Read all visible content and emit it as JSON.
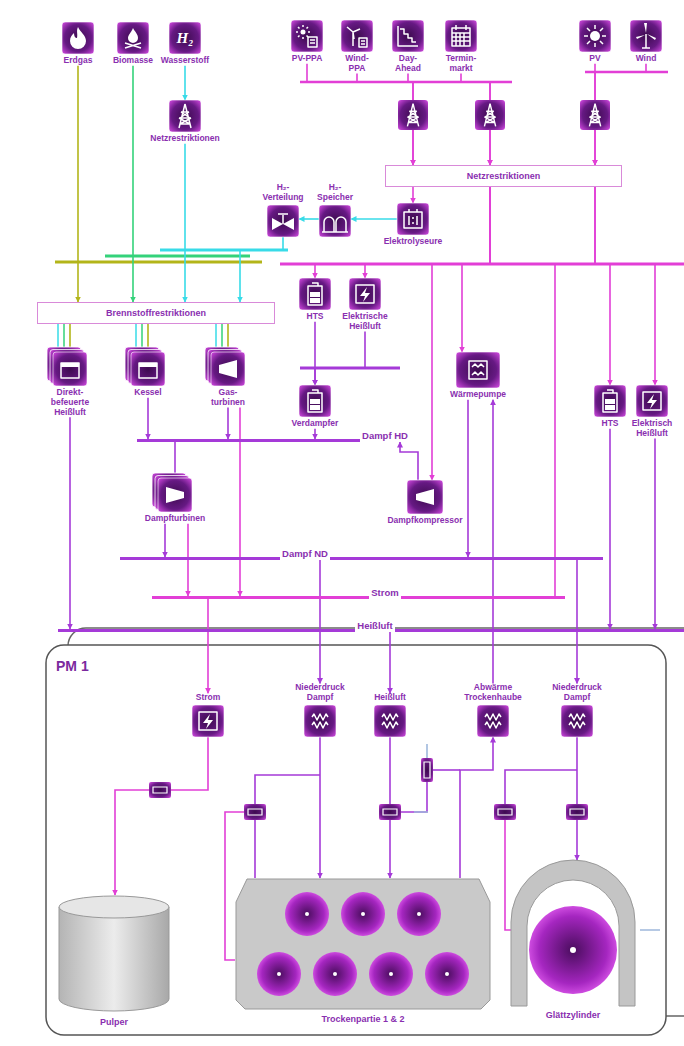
{
  "diagram": {
    "nodes": [
      {
        "text": [
          "Erdgas"
        ]
      },
      {
        "text": [
          "Biomasse"
        ]
      },
      {
        "text": [
          "Wasserstoff"
        ]
      },
      {
        "text": [
          "Netzrestriktionen"
        ]
      },
      {
        "text": [
          "PV-PPA"
        ]
      },
      {
        "text": [
          "Wind- PPA"
        ]
      },
      {
        "text": [
          "Day- Ahead"
        ]
      },
      {
        "text": [
          "Termin- markt"
        ]
      },
      {
        "text": [
          "PV"
        ]
      },
      {
        "text": [
          "Wind"
        ]
      },
      {
        "text": [
          "Netzrestriktionen"
        ]
      },
      {
        "text": [
          "H₂- Verteilung"
        ]
      },
      {
        "text": [
          "H₂- Speicher"
        ]
      },
      {
        "text": [
          "Elektrolyseure"
        ]
      },
      {
        "text": [
          "Brennstoffrestriktionen"
        ]
      },
      {
        "text": [
          "HTS"
        ]
      },
      {
        "text": [
          "Elektrische Heißluft"
        ]
      },
      {
        "text": [
          "Direkt- befeuerte Heißluft"
        ]
      },
      {
        "text": [
          "Kessel"
        ]
      },
      {
        "text": [
          "Gas- turbinen"
        ]
      },
      {
        "text": [
          "Verdampfer"
        ]
      },
      {
        "text": [
          "Wärmepumpe"
        ]
      },
      {
        "text": [
          "HTS"
        ]
      },
      {
        "text": [
          "Elektrisch Heißluft"
        ]
      },
      {
        "text": [
          "Dampf HD"
        ]
      },
      {
        "text": [
          "Dampfturbinen"
        ]
      },
      {
        "text": [
          "Dampfkompressor"
        ]
      },
      {
        "text": [
          "Dampf ND"
        ]
      },
      {
        "text": [
          "Strom"
        ]
      },
      {
        "text": [
          "Heißluft"
        ]
      },
      {
        "text": [
          "PM 1"
        ]
      },
      {
        "text": [
          "Strom"
        ],
        "in": 30
      },
      {
        "text": [
          "Niederdruck Dampf"
        ],
        "in": 30
      },
      {
        "text": [
          "Heißluft"
        ],
        "in": 30
      },
      {
        "text": [
          "Abwärme Trockenhaube"
        ],
        "in": 30
      },
      {
        "text": [
          "Niederdruck Dampf"
        ],
        "in": 30
      },
      {
        "text": [
          "Pulper"
        ],
        "in": 30
      },
      {
        "text": [
          "Trockenpartie 1 & 2"
        ],
        "in": 30
      },
      {
        "text": [
          "Glättzylinder"
        ],
        "in": 30
      }
    ],
    "edges": [
      {
        "from": 0,
        "to": 14,
        "arrow": "to"
      },
      {
        "from": 1,
        "to": 14,
        "arrow": "to"
      },
      {
        "from": 2,
        "to": 3,
        "arrow": "to"
      },
      {
        "from": 3,
        "to": 14,
        "arrow": "to"
      },
      {
        "from": 4,
        "to": 10,
        "arrow": "to"
      },
      {
        "from": 5,
        "to": 10,
        "arrow": "to"
      },
      {
        "from": 6,
        "to": 10,
        "arrow": "to"
      },
      {
        "from": 7,
        "to": 10,
        "arrow": "to"
      },
      {
        "from": 8,
        "to": 10,
        "arrow": "to"
      },
      {
        "from": 9,
        "to": 10,
        "arrow": "to"
      },
      {
        "from": 10,
        "to": 13,
        "arrow": "to"
      },
      {
        "from": 13,
        "to": 12,
        "arrow": "to"
      },
      {
        "from": 12,
        "to": 11,
        "arrow": "to"
      },
      {
        "from": 11,
        "to": 14,
        "arrow": "to"
      },
      {
        "from": 10,
        "to": 15,
        "arrow": "to"
      },
      {
        "from": 10,
        "to": 16,
        "arrow": "to"
      },
      {
        "from": 10,
        "to": 21,
        "arrow": "to"
      },
      {
        "from": 10,
        "to": 26,
        "arrow": "to"
      },
      {
        "from": 10,
        "to": 22,
        "arrow": "to"
      },
      {
        "from": 10,
        "to": 23,
        "arrow": "to"
      },
      {
        "from": 14,
        "to": 17,
        "arrow": "to"
      },
      {
        "from": 14,
        "to": 18,
        "arrow": "to"
      },
      {
        "from": 14,
        "to": 19,
        "arrow": "to"
      },
      {
        "from": 15,
        "to": 20,
        "arrow": "to"
      },
      {
        "from": 16,
        "to": 20,
        "arrow": "to"
      },
      {
        "from": 17,
        "to": 29,
        "arrow": "to"
      },
      {
        "from": 18,
        "to": 24,
        "arrow": "to"
      },
      {
        "from": 19,
        "to": 24,
        "arrow": "to"
      },
      {
        "from": 20,
        "to": 24,
        "arrow": "to"
      },
      {
        "from": 24,
        "to": 25,
        "arrow": "to"
      },
      {
        "from": 26,
        "to": 24,
        "arrow": "to"
      },
      {
        "from": 25,
        "to": 27,
        "arrow": "to"
      },
      {
        "from": 25,
        "to": 28,
        "arrow": "to"
      },
      {
        "from": 19,
        "to": 28,
        "arrow": "to"
      },
      {
        "from": 21,
        "to": 27,
        "arrow": "to"
      },
      {
        "from": 22,
        "to": 29,
        "arrow": "to"
      },
      {
        "from": 23,
        "to": 29,
        "arrow": "to"
      },
      {
        "from": 28,
        "to": 31,
        "arrow": "to"
      },
      {
        "from": 27,
        "to": 32,
        "arrow": "to"
      },
      {
        "from": 29,
        "to": 33,
        "arrow": "to"
      },
      {
        "from": 27,
        "to": 35,
        "arrow": "to"
      },
      {
        "from": 34,
        "to": 21,
        "arrow": "to"
      },
      {
        "from": 31,
        "to": 36,
        "arrow": "to"
      },
      {
        "from": 32,
        "to": 37,
        "arrow": "to"
      },
      {
        "from": 33,
        "to": 37,
        "arrow": "to"
      },
      {
        "from": 35,
        "to": 38,
        "arrow": "to"
      },
      {
        "from": 37,
        "to": 34,
        "arrow": "to"
      }
    ],
    "labels": [
      "H₂"
    ]
  }
}
